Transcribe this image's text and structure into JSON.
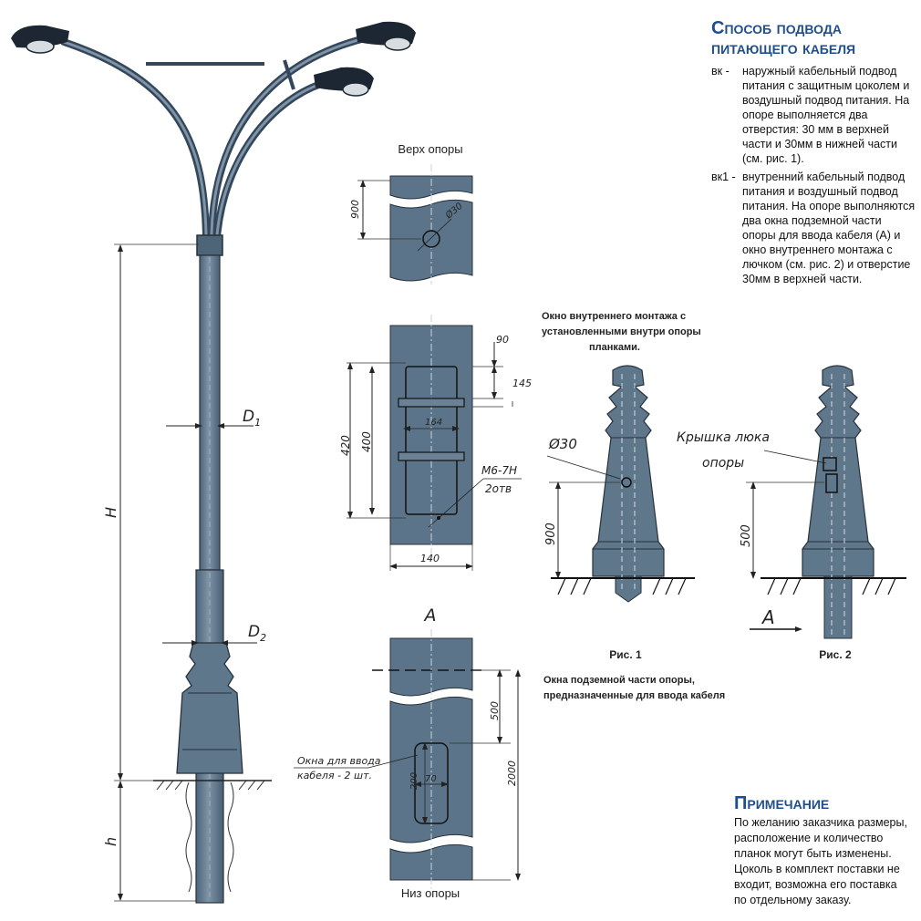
{
  "cable": {
    "title_line1": "Способ подвода",
    "title_line2": "питающего кабеля",
    "items": [
      {
        "code": "вк  -",
        "text": "наружный кабельный подвод питания с защитным цоколем и воздушный подвод питания. На опоре выполняется два отверстия: 30 мм в верхней части и 30мм в нижней части (см. рис. 1)."
      },
      {
        "code": "вк1 -",
        "text": "внутренний кабельный подвод питания и воздушный подвод питания. На опоре выполняются два окна подземной части опоры для ввода кабеля (А) и окно внутреннего монтажа с лючком (см. рис. 2) и отверстие 30мм в верхней части."
      }
    ]
  },
  "note": {
    "title": "Примечание",
    "text": "По желанию заказчика размеры, расположение и количество планок могут быть изменены. Цоколь в комплект поставки не входит, возможна его поставка по отдельному заказу."
  },
  "pole": {
    "label_d1": "D",
    "label_d1_sub": "1",
    "label_d2": "D",
    "label_d2_sub": "2",
    "label_H": "H",
    "label_h": "h"
  },
  "top_section": {
    "caption": "Верх опоры",
    "dim_900": "900",
    "dim_hole": "Ø30"
  },
  "window_section": {
    "dim_90": "90",
    "dim_145": "145",
    "dim_164": "164",
    "dim_420": "420",
    "dim_400": "400",
    "dim_m6": "M6-7H",
    "dim_2otv": "2отв",
    "dim_140": "140",
    "caption_l1": "Окно внутреннего монтажа с",
    "caption_l2": "установленными внутри опоры",
    "caption_l3": "планками."
  },
  "bottom_section": {
    "label_A": "A",
    "dim_500": "500",
    "dim_2000": "2000",
    "dim_200": "200",
    "dim_70": "70",
    "windows_l1": "Окна для ввода",
    "windows_l2": "кабеля - 2 шт.",
    "caption": "Низ опоры",
    "note_l1": "Окна подземной части опоры,",
    "note_l2": "предназначенные для ввода кабеля"
  },
  "fig1": {
    "dim_hole": "Ø30",
    "dim_900": "900",
    "caption": "Рис. 1"
  },
  "fig2": {
    "hatch_l1": "Крышка люка",
    "hatch_l2": "опоры",
    "dim_500": "500",
    "label_A": "A",
    "caption": "Рис. 2"
  }
}
